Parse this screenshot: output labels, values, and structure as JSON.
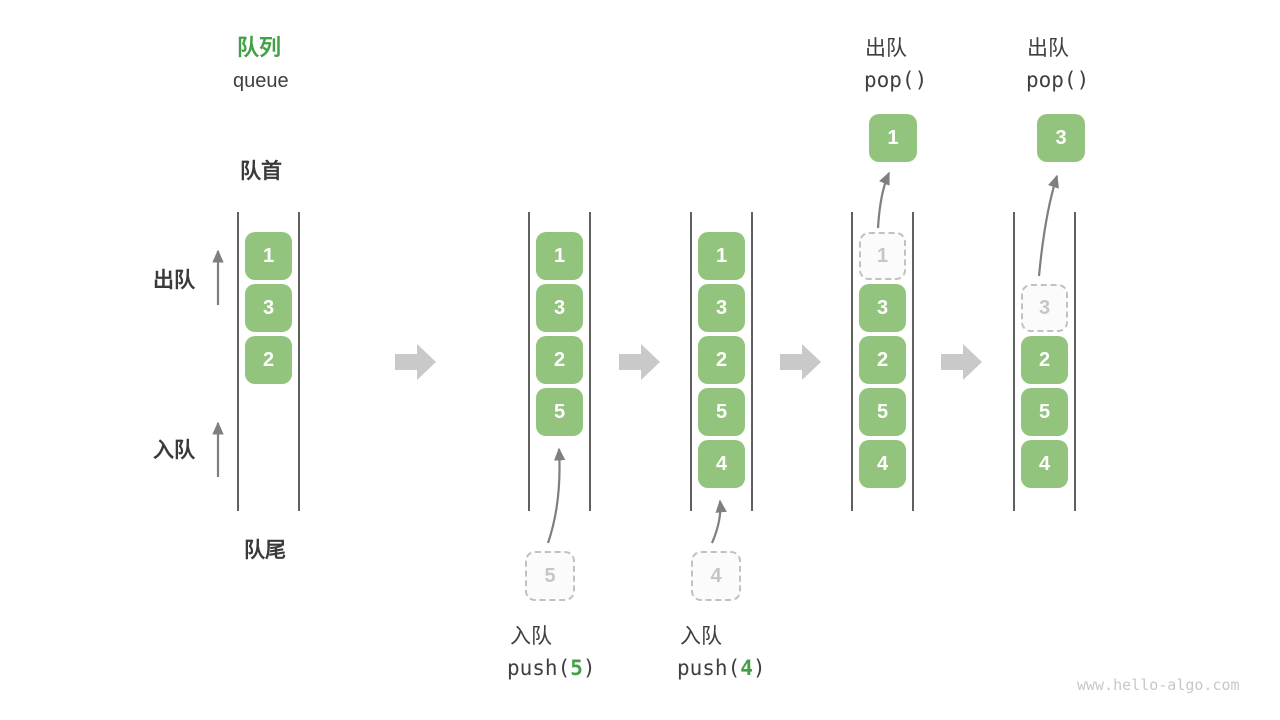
{
  "title": {
    "zh": "队列",
    "en": "queue"
  },
  "labels": {
    "front": "队首",
    "rear": "队尾",
    "dequeue_side": "出队",
    "enqueue_side": "入队"
  },
  "states": [
    {
      "cells": [
        "1",
        "3",
        "2"
      ]
    },
    {
      "cells": [
        "1",
        "3",
        "2",
        "5"
      ],
      "incoming": "5"
    },
    {
      "cells": [
        "1",
        "3",
        "2",
        "5",
        "4"
      ],
      "incoming": "4"
    },
    {
      "ghost": "1",
      "cells": [
        "3",
        "2",
        "5",
        "4"
      ],
      "popped": "1"
    },
    {
      "ghost": "3",
      "cells": [
        "2",
        "5",
        "4"
      ],
      "popped": "3"
    }
  ],
  "ops": {
    "push1": {
      "name": "入队",
      "fn": "push(",
      "arg": "5",
      "close": ")"
    },
    "push2": {
      "name": "入队",
      "fn": "push(",
      "arg": "4",
      "close": ")"
    },
    "pop1": {
      "name": "出队",
      "code": "pop()"
    },
    "pop2": {
      "name": "出队",
      "code": "pop()"
    }
  },
  "colors": {
    "cell_green": "#93C47D",
    "accent_green": "#43A047",
    "wall_gray": "#606060",
    "thin_arrow_gray": "#7F7F7F",
    "block_arrow_gray": "#C9C9C9",
    "ghost_gray": "#C1C1C1"
  },
  "watermark": "www.hello-algo.com"
}
